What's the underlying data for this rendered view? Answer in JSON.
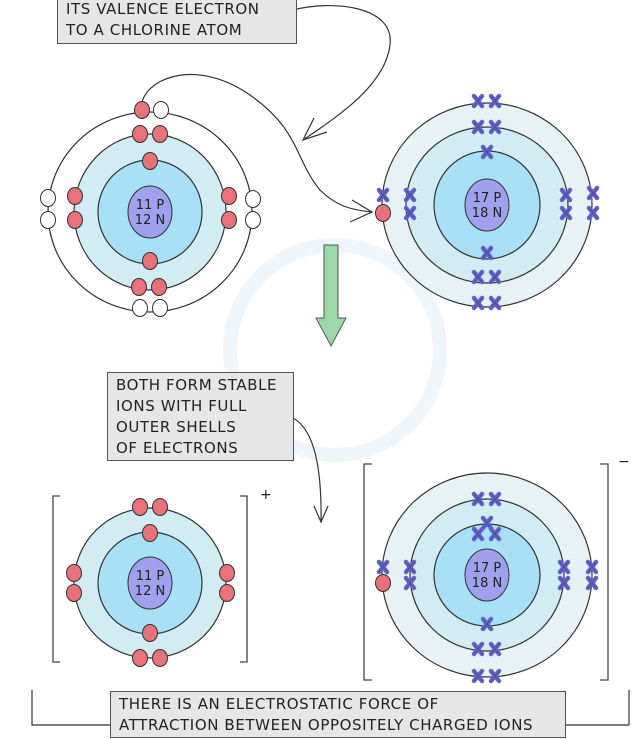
{
  "callouts": {
    "top": [
      "ITS VALENCE ELECTRON",
      "TO A CHLORINE ATOM"
    ],
    "middle": [
      "BOTH FORM STABLE",
      "IONS WITH FULL",
      "OUTER SHELLS",
      "OF ELECTRONS"
    ],
    "bottom": [
      "THERE IS AN ELECTROSTATIC FORCE OF",
      "ATTRACTION BETWEEN OPPOSITELY CHARGED IONS"
    ]
  },
  "atoms": {
    "sodium_atom": {
      "nucleus": [
        "11 P",
        "12 N"
      ],
      "electrons_per_shell": [
        2,
        8,
        1
      ],
      "electron_symbol": "dot"
    },
    "chlorine_atom": {
      "nucleus": [
        "17 P",
        "18 N"
      ],
      "electrons_per_shell": [
        2,
        8,
        7
      ],
      "electron_symbol": "cross",
      "gained_electron": 1
    },
    "sodium_ion": {
      "nucleus": [
        "11 P",
        "12 N"
      ],
      "electrons_per_shell": [
        2,
        8
      ],
      "charge": "+"
    },
    "chlorine_ion": {
      "nucleus": [
        "17 P",
        "18 N"
      ],
      "electrons_per_shell": [
        2,
        8,
        8
      ],
      "charge": "−"
    }
  },
  "colors": {
    "sodium_electron": "#e8727a",
    "chlorine_electron": "#6464c8",
    "nucleus": "#a0a0ee",
    "inner_shell": "#a8e0f5",
    "middle_shell": "#d2ecf4",
    "outer_shell": "#e6f2f6",
    "arrow_green": "#9ad8a8"
  }
}
